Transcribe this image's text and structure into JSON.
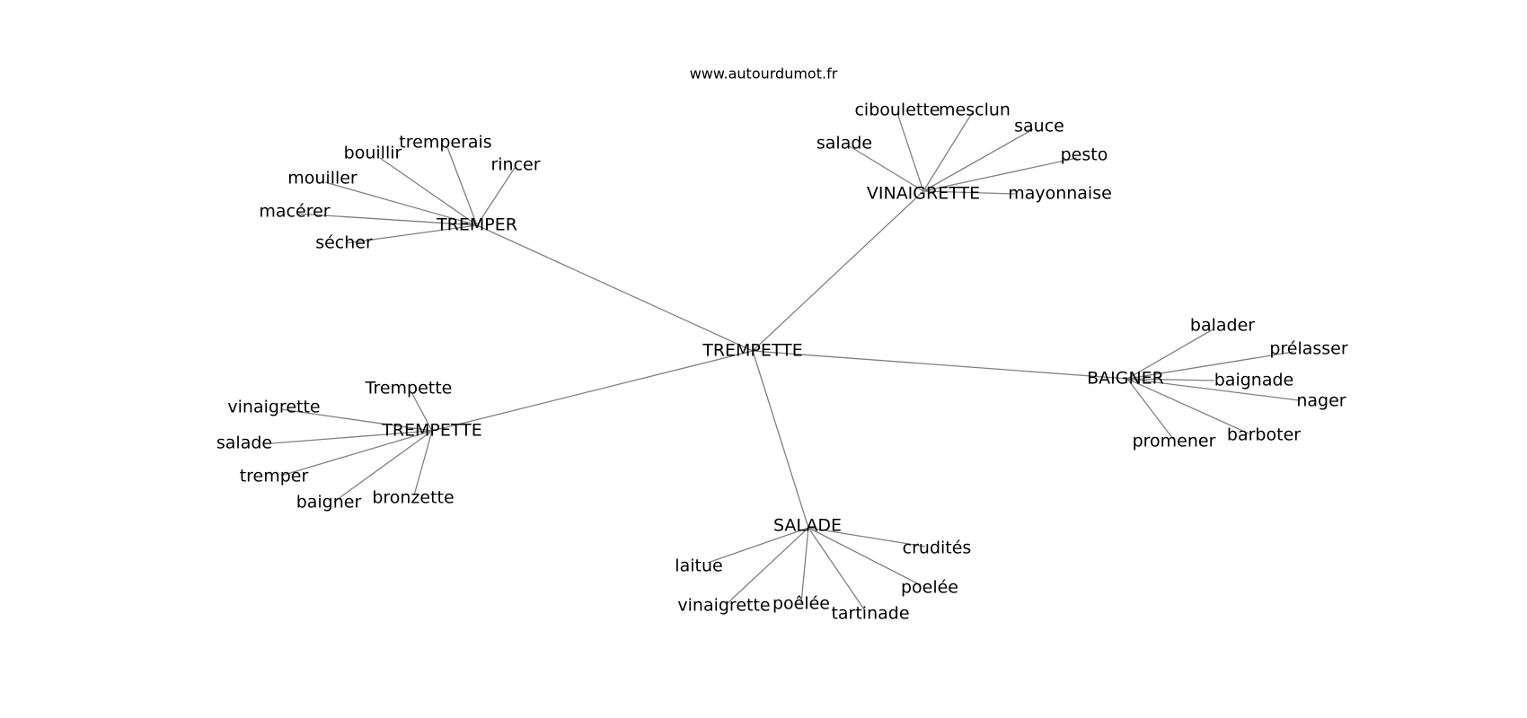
{
  "source": "www.autourdumot.fr",
  "colors": {
    "edge": "#808080",
    "text": "#000000",
    "background": "#ffffff"
  },
  "graph": {
    "center": "TREMPETTE",
    "clusters": [
      {
        "id": "tremper",
        "hub": "TREMPER",
        "leaves": [
          "tremperais",
          "bouillir",
          "rincer",
          "mouiller",
          "macérer",
          "sécher"
        ]
      },
      {
        "id": "vinaigrette",
        "hub": "VINAIGRETTE",
        "leaves": [
          "ciboulette",
          "mesclun",
          "sauce",
          "salade",
          "pesto",
          "mayonnaise"
        ]
      },
      {
        "id": "baigner",
        "hub": "BAIGNER",
        "leaves": [
          "balader",
          "prélasser",
          "baignade",
          "nager",
          "barboter",
          "promener"
        ]
      },
      {
        "id": "trempette",
        "hub": "TREMPETTE",
        "leaves": [
          "Trempette",
          "vinaigrette",
          "salade",
          "tremper",
          "baigner",
          "bronzette"
        ]
      },
      {
        "id": "salade",
        "hub": "SALADE",
        "leaves": [
          "crudités",
          "laitue",
          "poelée",
          "vinaigrette",
          "poêlée",
          "tartinade"
        ]
      }
    ]
  }
}
